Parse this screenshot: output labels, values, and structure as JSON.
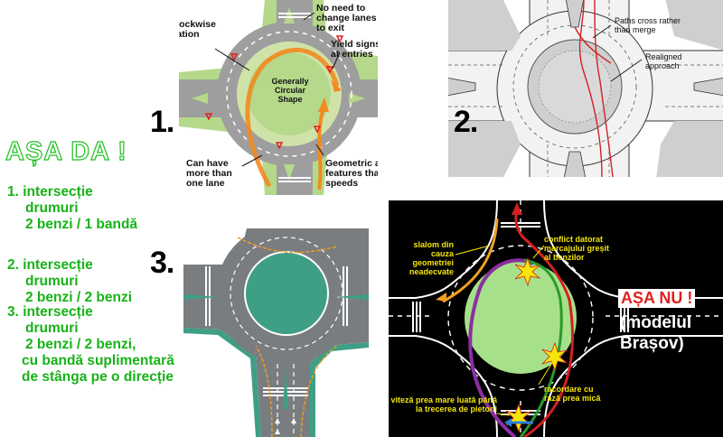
{
  "panel1": {
    "number": "1.",
    "labels": {
      "ccw": "Counterclockwise circulation",
      "no_need": "No need to change lanes to exit",
      "yield": "Yield signs at entries",
      "center": "Generally Circular Shape",
      "more_lanes": "Can have more than one lane",
      "geometric": "Geometric and physical features that force slow speeds"
    }
  },
  "panel2": {
    "number": "2.",
    "labels": {
      "paths": "Paths cross rather than merge",
      "realigned": "Realigned approach"
    }
  },
  "panel3": {
    "number": "3."
  },
  "panel4": {
    "labels": {
      "slalom": "slalom din cauza geometriei neadecvate",
      "conflict": "conflict datorat marcajului greșit al benzilor",
      "speed": "viteză prea mare luată până la trecerea de pietoni",
      "radius": "racordare cu rază prea mică"
    },
    "verdict": "AȘA NU !",
    "model": "(modelul Brașov)"
  },
  "left": {
    "title": "AȘA DA !",
    "items": [
      {
        "n": "1. intersecție",
        "l2": "drumuri",
        "l3": "2 benzi / 1 bandă"
      },
      {
        "n": "2. intersecție",
        "l2": "drumuri",
        "l3": "2 benzi / 2 benzi"
      },
      {
        "n": "3. intersecție",
        "l2": "drumuri",
        "l3": "2 benzi / 2 benzi,",
        "l4": "cu bandă suplimentară",
        "l5": "de stânga  pe o direcție"
      }
    ]
  }
}
